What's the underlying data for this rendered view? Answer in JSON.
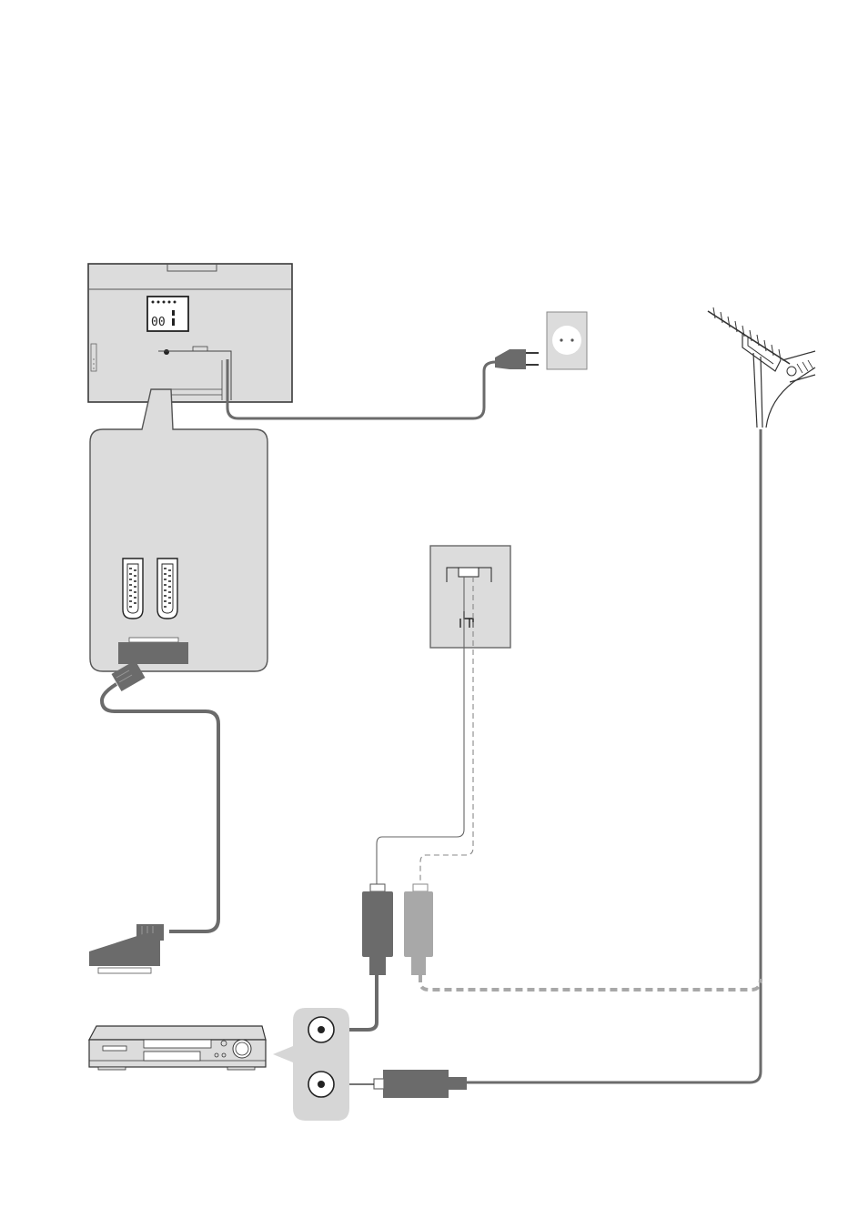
{
  "diagram": {
    "tv_display_digits": "00",
    "components": [
      {
        "id": "tv",
        "icon": "tv-rear-panel-icon"
      },
      {
        "id": "tv-terminal-panel",
        "icon": "scart-terminals-icon"
      },
      {
        "id": "mains-socket",
        "icon": "wall-power-socket-icon"
      },
      {
        "id": "antenna",
        "icon": "aerial-antenna-icon"
      },
      {
        "id": "aerial-wall-outlet",
        "icon": "aerial-wall-outlet-icon"
      },
      {
        "id": "recorder",
        "icon": "vcr-recorder-icon"
      },
      {
        "id": "recorder-rf-terminals",
        "icon": "rf-in-out-icon"
      }
    ],
    "colors": {
      "device_fill": "#dcdcdc",
      "outline": "#3a3a3a",
      "cable_dark": "#6b6b6b",
      "cable_light": "#a8a8a8",
      "panel_fill": "#d6d6d6"
    }
  }
}
